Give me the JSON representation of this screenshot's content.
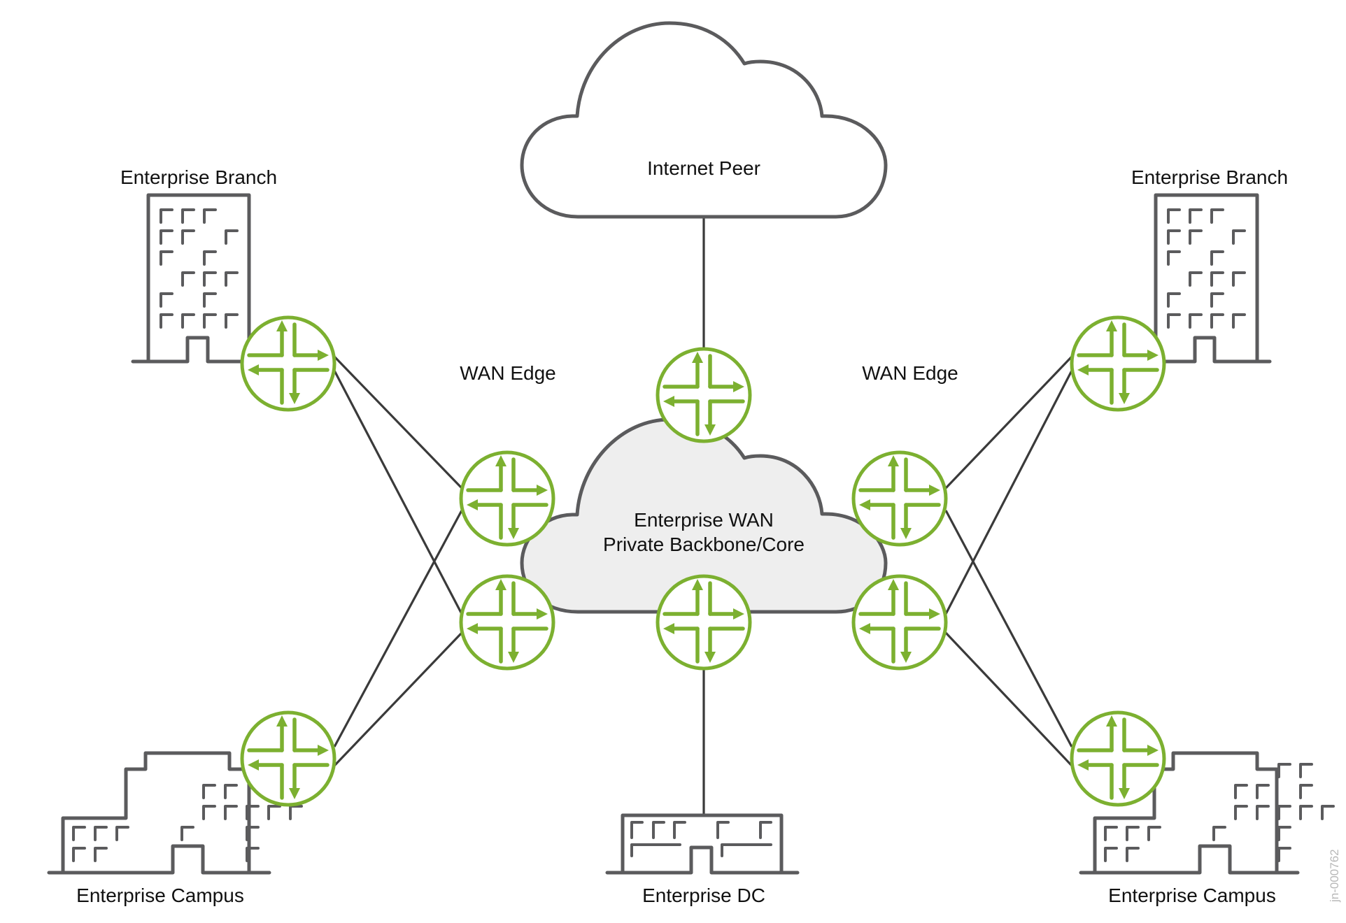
{
  "diagram": {
    "colors": {
      "router_green": "#7cb030",
      "outline_gray": "#5b5b5d",
      "link_dark": "#3a3a3a",
      "core_cloud_fill": "#eeeeee",
      "internet_cloud_fill": "#ffffff"
    },
    "clouds": {
      "internet": {
        "label": "Internet Peer"
      },
      "core": {
        "line1": "Enterprise WAN",
        "line2": "Private Backbone/Core"
      }
    },
    "labels": {
      "branch_left": "Enterprise Branch",
      "branch_right": "Enterprise Branch",
      "wan_edge_left": "WAN Edge",
      "wan_edge_right": "WAN Edge",
      "campus_left": "Enterprise Campus",
      "campus_right": "Enterprise Campus",
      "dc": "Enterprise DC"
    },
    "routers": [
      {
        "id": "internet-router",
        "role": "Internet peering router"
      },
      {
        "id": "wan-edge-left-top",
        "role": "WAN Edge"
      },
      {
        "id": "wan-edge-left-bottom",
        "role": "WAN Edge"
      },
      {
        "id": "wan-edge-right-top",
        "role": "WAN Edge"
      },
      {
        "id": "wan-edge-right-bottom",
        "role": "WAN Edge"
      },
      {
        "id": "dc-router",
        "role": "Data center router"
      },
      {
        "id": "branch-left-router",
        "role": "Branch router"
      },
      {
        "id": "branch-right-router",
        "role": "Branch router"
      },
      {
        "id": "campus-left-router",
        "role": "Campus router"
      },
      {
        "id": "campus-right-router",
        "role": "Campus router"
      }
    ],
    "links": [
      [
        "internet-cloud",
        "internet-router"
      ],
      [
        "branch-left-router",
        "wan-edge-left-top"
      ],
      [
        "branch-left-router",
        "wan-edge-left-bottom"
      ],
      [
        "campus-left-router",
        "wan-edge-left-top"
      ],
      [
        "campus-left-router",
        "wan-edge-left-bottom"
      ],
      [
        "branch-right-router",
        "wan-edge-right-top"
      ],
      [
        "branch-right-router",
        "wan-edge-right-bottom"
      ],
      [
        "campus-right-router",
        "wan-edge-right-top"
      ],
      [
        "campus-right-router",
        "wan-edge-right-bottom"
      ],
      [
        "dc-router",
        "enterprise-dc"
      ]
    ],
    "doc_id": "jn-000762"
  }
}
